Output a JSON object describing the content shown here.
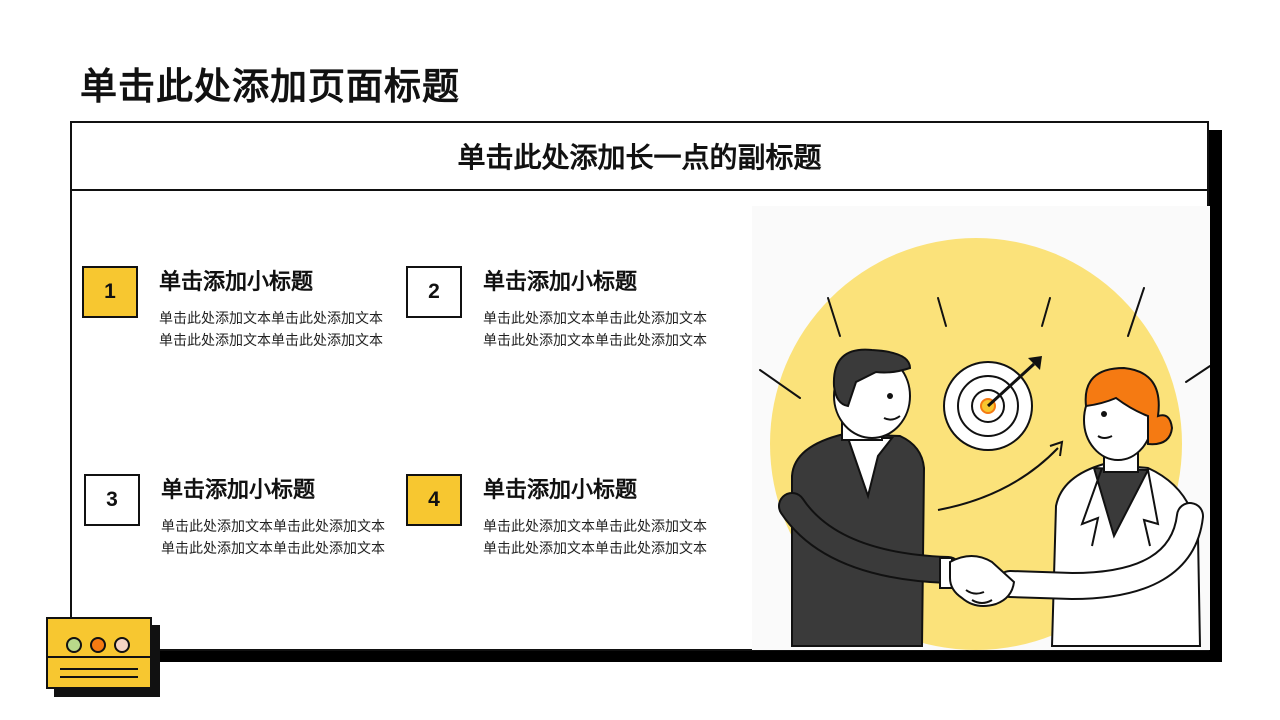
{
  "page_title": "单击此处添加页面标题",
  "subtitle": "单击此处添加长一点的副标题",
  "items": [
    {
      "number": "1",
      "title": "单击添加小标题",
      "text": "单击此处添加文本单击此处添加文本单击此处添加文本单击此处添加文本",
      "highlight": true
    },
    {
      "number": "2",
      "title": "单击添加小标题",
      "text": "单击此处添加文本单击此处添加文本单击此处添加文本单击此处添加文本",
      "highlight": false
    },
    {
      "number": "3",
      "title": "单击添加小标题",
      "text": "单击此处添加文本单击此处添加文本单击此处添加文本单击此处添加文本",
      "highlight": false
    },
    {
      "number": "4",
      "title": "单击添加小标题",
      "text": "单击此处添加文本单击此处添加文本单击此处添加文本单击此处添加文本",
      "highlight": true
    }
  ],
  "illustration": {
    "icon": "handshake-illustration",
    "target_icon": "target-icon"
  },
  "decor_icon": "window-icon",
  "colors": {
    "accent": "#f7c730",
    "circle": "#fbe27a",
    "orange": "#f57a12",
    "ink": "#111111",
    "suit": "#3a3a3a"
  }
}
